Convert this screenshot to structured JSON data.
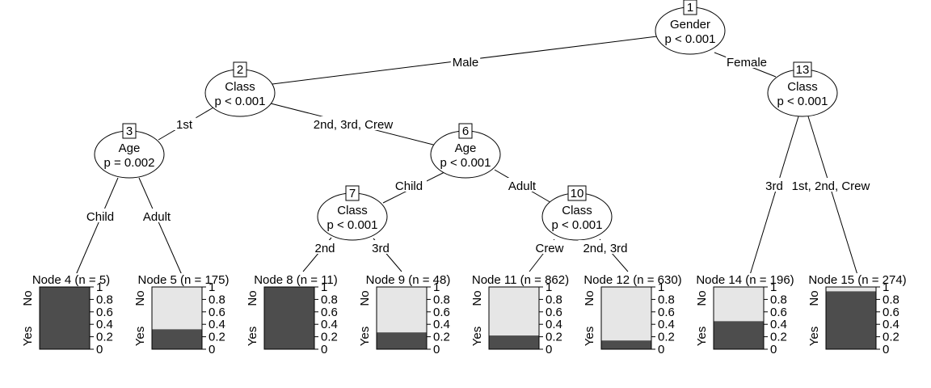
{
  "tree": {
    "inner_nodes": [
      {
        "id": "1",
        "variable": "Gender",
        "pvalue": "p < 0.001"
      },
      {
        "id": "2",
        "variable": "Class",
        "pvalue": "p < 0.001"
      },
      {
        "id": "3",
        "variable": "Age",
        "pvalue": "p = 0.002"
      },
      {
        "id": "6",
        "variable": "Age",
        "pvalue": "p < 0.001"
      },
      {
        "id": "7",
        "variable": "Class",
        "pvalue": "p < 0.001"
      },
      {
        "id": "10",
        "variable": "Class",
        "pvalue": "p < 0.001"
      },
      {
        "id": "13",
        "variable": "Class",
        "pvalue": "p < 0.001"
      }
    ],
    "edges": [
      {
        "from": "1",
        "to": "2",
        "label": "Male"
      },
      {
        "from": "1",
        "to": "13",
        "label": "Female"
      },
      {
        "from": "2",
        "to": "3",
        "label": "1st"
      },
      {
        "from": "2",
        "to": "6",
        "label": "2nd, 3rd, Crew"
      },
      {
        "from": "3",
        "to": "4",
        "label": "Child"
      },
      {
        "from": "3",
        "to": "5",
        "label": "Adult"
      },
      {
        "from": "6",
        "to": "7",
        "label": "Child"
      },
      {
        "from": "6",
        "to": "10",
        "label": "Adult"
      },
      {
        "from": "7",
        "to": "8",
        "label": "2nd"
      },
      {
        "from": "7",
        "to": "9",
        "label": "3rd"
      },
      {
        "from": "10",
        "to": "11",
        "label": "Crew"
      },
      {
        "from": "10",
        "to": "12",
        "label": "2nd, 3rd"
      },
      {
        "from": "13",
        "to": "14",
        "label": "3rd"
      },
      {
        "from": "13",
        "to": "15",
        "label": "1st, 2nd, Crew"
      }
    ],
    "terminal_nodes": [
      {
        "id": "4",
        "title": "Node 4 (n = 5)",
        "yes_fraction": 1.0
      },
      {
        "id": "5",
        "title": "Node 5 (n = 175)",
        "yes_fraction": 0.32
      },
      {
        "id": "8",
        "title": "Node 8 (n = 11)",
        "yes_fraction": 1.0
      },
      {
        "id": "9",
        "title": "Node 9 (n = 48)",
        "yes_fraction": 0.27
      },
      {
        "id": "11",
        "title": "Node 11 (n = 862)",
        "yes_fraction": 0.22
      },
      {
        "id": "12",
        "title": "Node 12 (n = 630)",
        "yes_fraction": 0.14
      },
      {
        "id": "14",
        "title": "Node 14 (n = 196)",
        "yes_fraction": 0.45
      },
      {
        "id": "15",
        "title": "Node 15 (n = 274)",
        "yes_fraction": 0.93
      }
    ],
    "bar_labels": {
      "top": "No",
      "bottom": "Yes"
    },
    "axis_ticks": [
      "0",
      "0.2",
      "0.4",
      "0.6",
      "0.8",
      "1"
    ],
    "colors": {
      "yes": "#4d4d4d",
      "no": "#e6e6e6",
      "line": "#000000"
    }
  }
}
